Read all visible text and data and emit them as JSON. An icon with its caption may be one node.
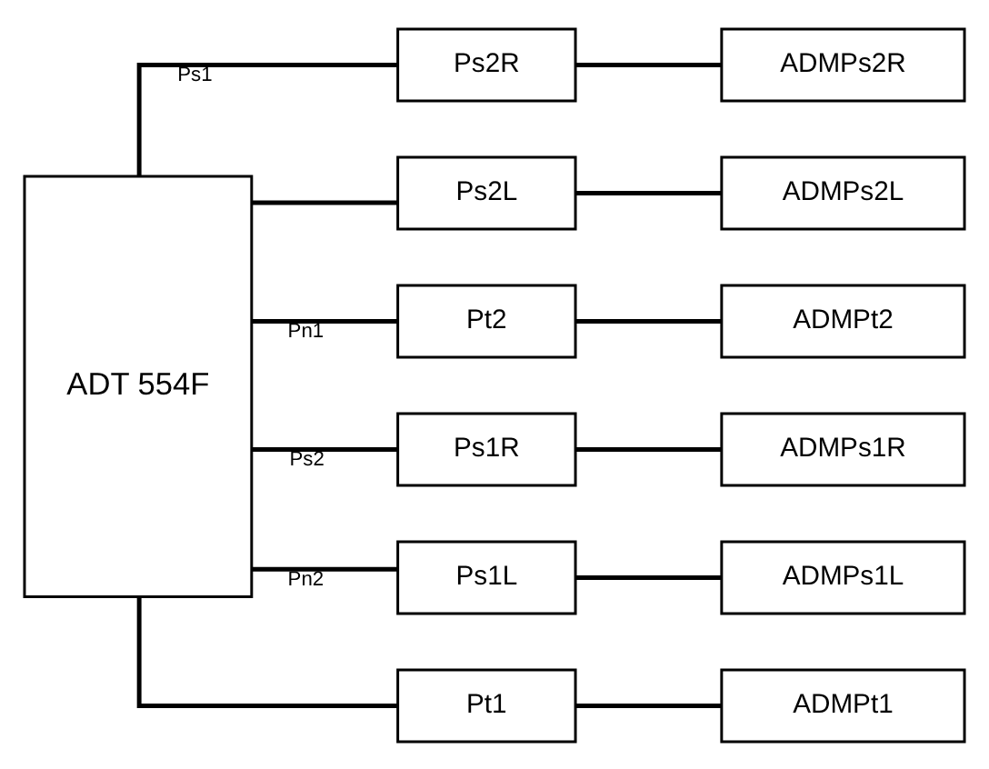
{
  "diagram": {
    "nodes": [
      {
        "text": [
          "ADT 554F"
        ]
      },
      {
        "text": [
          "Ps2R"
        ]
      },
      {
        "text": [
          "ADMPs2R"
        ]
      },
      {
        "text": [
          "Ps2L"
        ]
      },
      {
        "text": [
          "ADMPs2L"
        ]
      },
      {
        "text": [
          "Pt2"
        ]
      },
      {
        "text": [
          "ADMPt2"
        ]
      },
      {
        "text": [
          "Ps1R"
        ]
      },
      {
        "text": [
          "ADMPs1R"
        ]
      },
      {
        "text": [
          "Ps1L"
        ]
      },
      {
        "text": [
          "ADMPs1L"
        ]
      },
      {
        "text": [
          "Pt1"
        ]
      },
      {
        "text": [
          "ADMPt1"
        ]
      }
    ],
    "edges": [
      {
        "from": 0,
        "to": 1,
        "arrow": "none",
        "label": "Ps1"
      },
      {
        "from": 0,
        "to": 3,
        "arrow": "none"
      },
      {
        "from": 0,
        "to": 5,
        "arrow": "none",
        "label": "Pn1"
      },
      {
        "from": 0,
        "to": 7,
        "arrow": "none",
        "label": "Ps2"
      },
      {
        "from": 0,
        "to": 9,
        "arrow": "none",
        "label": "Pn2"
      },
      {
        "from": 0,
        "to": 11,
        "arrow": "none"
      },
      {
        "from": 1,
        "to": 2,
        "arrow": "none"
      },
      {
        "from": 3,
        "to": 4,
        "arrow": "none"
      },
      {
        "from": 5,
        "to": 6,
        "arrow": "none"
      },
      {
        "from": 7,
        "to": 8,
        "arrow": "none"
      },
      {
        "from": 9,
        "to": 10,
        "arrow": "none"
      },
      {
        "from": 11,
        "to": 12,
        "arrow": "none"
      }
    ]
  }
}
